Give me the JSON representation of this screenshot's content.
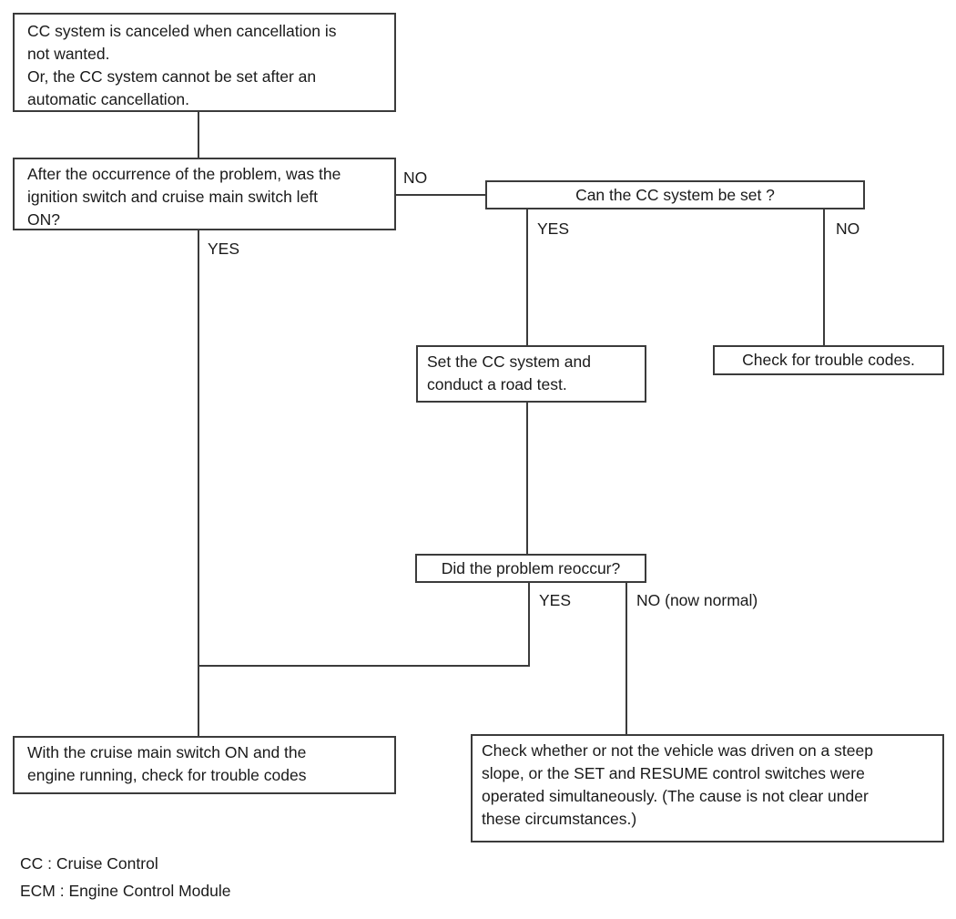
{
  "diagram": {
    "type": "flowchart",
    "subject": "Cruise Control (CC) system troubleshooting",
    "nodes": {
      "problem_statement": "CC system is canceled when cancellation is\nnot wanted.\nOr, the CC system cannot be set after an\nautomatic cancellation.",
      "q_switches_left_on": "After the occurrence of the problem, was the\nignition switch and cruise main switch left\nON?",
      "q_cc_set": "Can the CC system be set ?",
      "set_and_road_test": "Set the CC system and\nconduct a road test.",
      "check_trouble_codes": "Check for trouble codes.",
      "q_problem_reoccur": "Did the problem reoccur?",
      "check_codes_engine_running": "With the cruise main switch ON and the\nengine running, check for trouble codes",
      "check_steep_slope": "Check whether or not the vehicle was driven on a steep\nslope, or the SET and RESUME control switches were\noperated simultaneously. (The cause is not clear under\nthese circumstances.)"
    },
    "edge_labels": {
      "switches_no": "NO",
      "switches_yes": "YES",
      "cc_set_yes": "YES",
      "cc_set_no": "NO",
      "reoccur_yes": "YES",
      "reoccur_no": "NO (now normal)"
    },
    "legend": {
      "cc": "CC : Cruise Control",
      "ecm": "ECM : Engine Control Module"
    },
    "colors": {
      "line": "#3b3b3b",
      "text": "#1a1a1a",
      "background": "#ffffff"
    }
  }
}
